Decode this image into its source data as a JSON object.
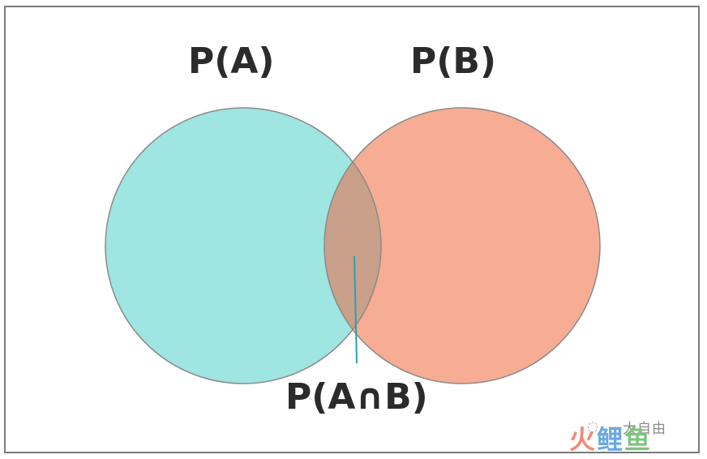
{
  "diagram": {
    "labels": {
      "set_a": "P(A)",
      "set_b": "P(B)",
      "intersection": "P(A∩B)"
    },
    "colors": {
      "circle_a_fill": "#9fe5e1",
      "circle_b_fill": "#f7ad93",
      "intersection_fill": "#c9a08a",
      "circle_stroke": "#8a8a8a",
      "pointer_line": "#2a9fb8",
      "text": "#2b2b2b"
    }
  },
  "watermark": {
    "chat_icon": "chat-bubble-icon",
    "small_text": "一大自由",
    "big_text_1": "火",
    "big_text_2": "鲤",
    "big_text_3": "鱼"
  }
}
